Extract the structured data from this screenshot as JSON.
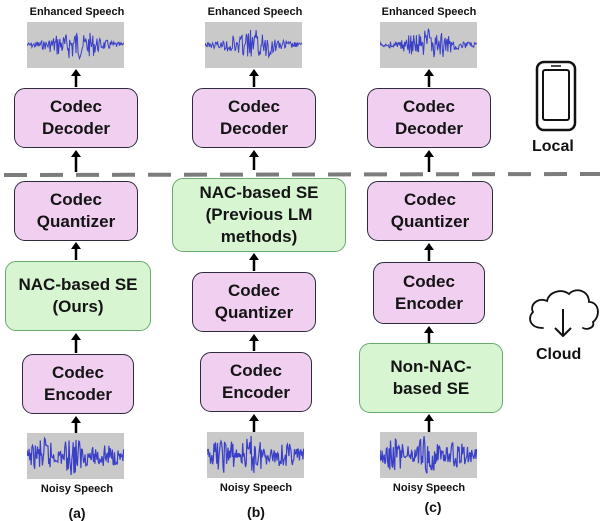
{
  "columns": [
    {
      "top_caption": "Enhanced Speech",
      "bottom_caption": "Noisy Speech",
      "sublabel": "(a)",
      "blocks": [
        {
          "text": "Codec Decoder"
        },
        {
          "text": "Codec Quantizer"
        },
        {
          "text": "NAC-based SE (Ours)"
        },
        {
          "text": "Codec Encoder"
        }
      ]
    },
    {
      "top_caption": "Enhanced Speech",
      "bottom_caption": "Noisy Speech",
      "sublabel": "(b)",
      "blocks": [
        {
          "text": "Codec Decoder"
        },
        {
          "text": "NAC-based SE (Previous LM methods)"
        },
        {
          "text": "Codec Quantizer"
        },
        {
          "text": "Codec Encoder"
        }
      ]
    },
    {
      "top_caption": "Enhanced Speech",
      "bottom_caption": "Noisy Speech",
      "sublabel": "(c)",
      "blocks": [
        {
          "text": "Codec Decoder"
        },
        {
          "text": "Codec Quantizer"
        },
        {
          "text": "Codec Encoder"
        },
        {
          "text": "Non-NAC-based SE"
        }
      ]
    }
  ],
  "side_labels": {
    "local": "Local",
    "cloud": "Cloud"
  },
  "icons": {
    "local": "smartphone-icon",
    "cloud": "cloud-download-icon"
  },
  "colors": {
    "codec_block": "#f1cff0",
    "se_block": "#d8f5d2",
    "waveform": "#3a3fc8",
    "waveform_bg": "#c9c9c9"
  }
}
